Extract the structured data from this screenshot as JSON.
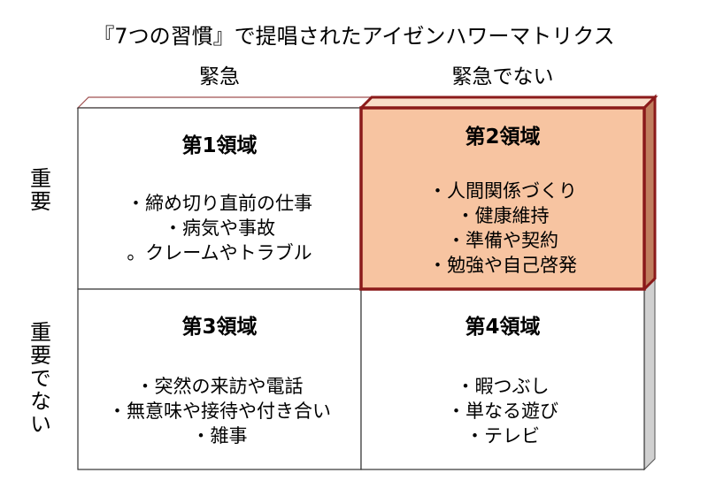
{
  "title": "『7つの習慣』で提唱されたアイゼンハワーマトリクス",
  "columns": {
    "urgent": "緊急",
    "not_urgent": "緊急でない"
  },
  "rows": {
    "important": "重要",
    "not_important": "重要でない"
  },
  "quadrants": [
    {
      "title": "第1領域",
      "items": [
        "・締め切り直前の仕事",
        "・病気や事故",
        "。クレームやトラブル"
      ]
    },
    {
      "title": "第2領域",
      "items": [
        "・人間関係づくり",
        "・健康維持",
        "・準備や契約",
        "・勉強や自己啓発"
      ]
    },
    {
      "title": "第3領域",
      "items": [
        "・突然の来訪や電話",
        "・無意味や接待や付き合い",
        "・雑事"
      ]
    },
    {
      "title": "第4領域",
      "items": [
        "・暇つぶし",
        "・単なる遊び",
        "・テレビ"
      ]
    }
  ],
  "colors": {
    "highlight_front": "#F7C4A1",
    "highlight_top": "#F9DCC8",
    "highlight_side": "#C07E5E",
    "highlight_border": "#8B1A1A",
    "grid_border": "#333333",
    "side_gray": "#D0D0D0",
    "top_border": "#A05050"
  }
}
